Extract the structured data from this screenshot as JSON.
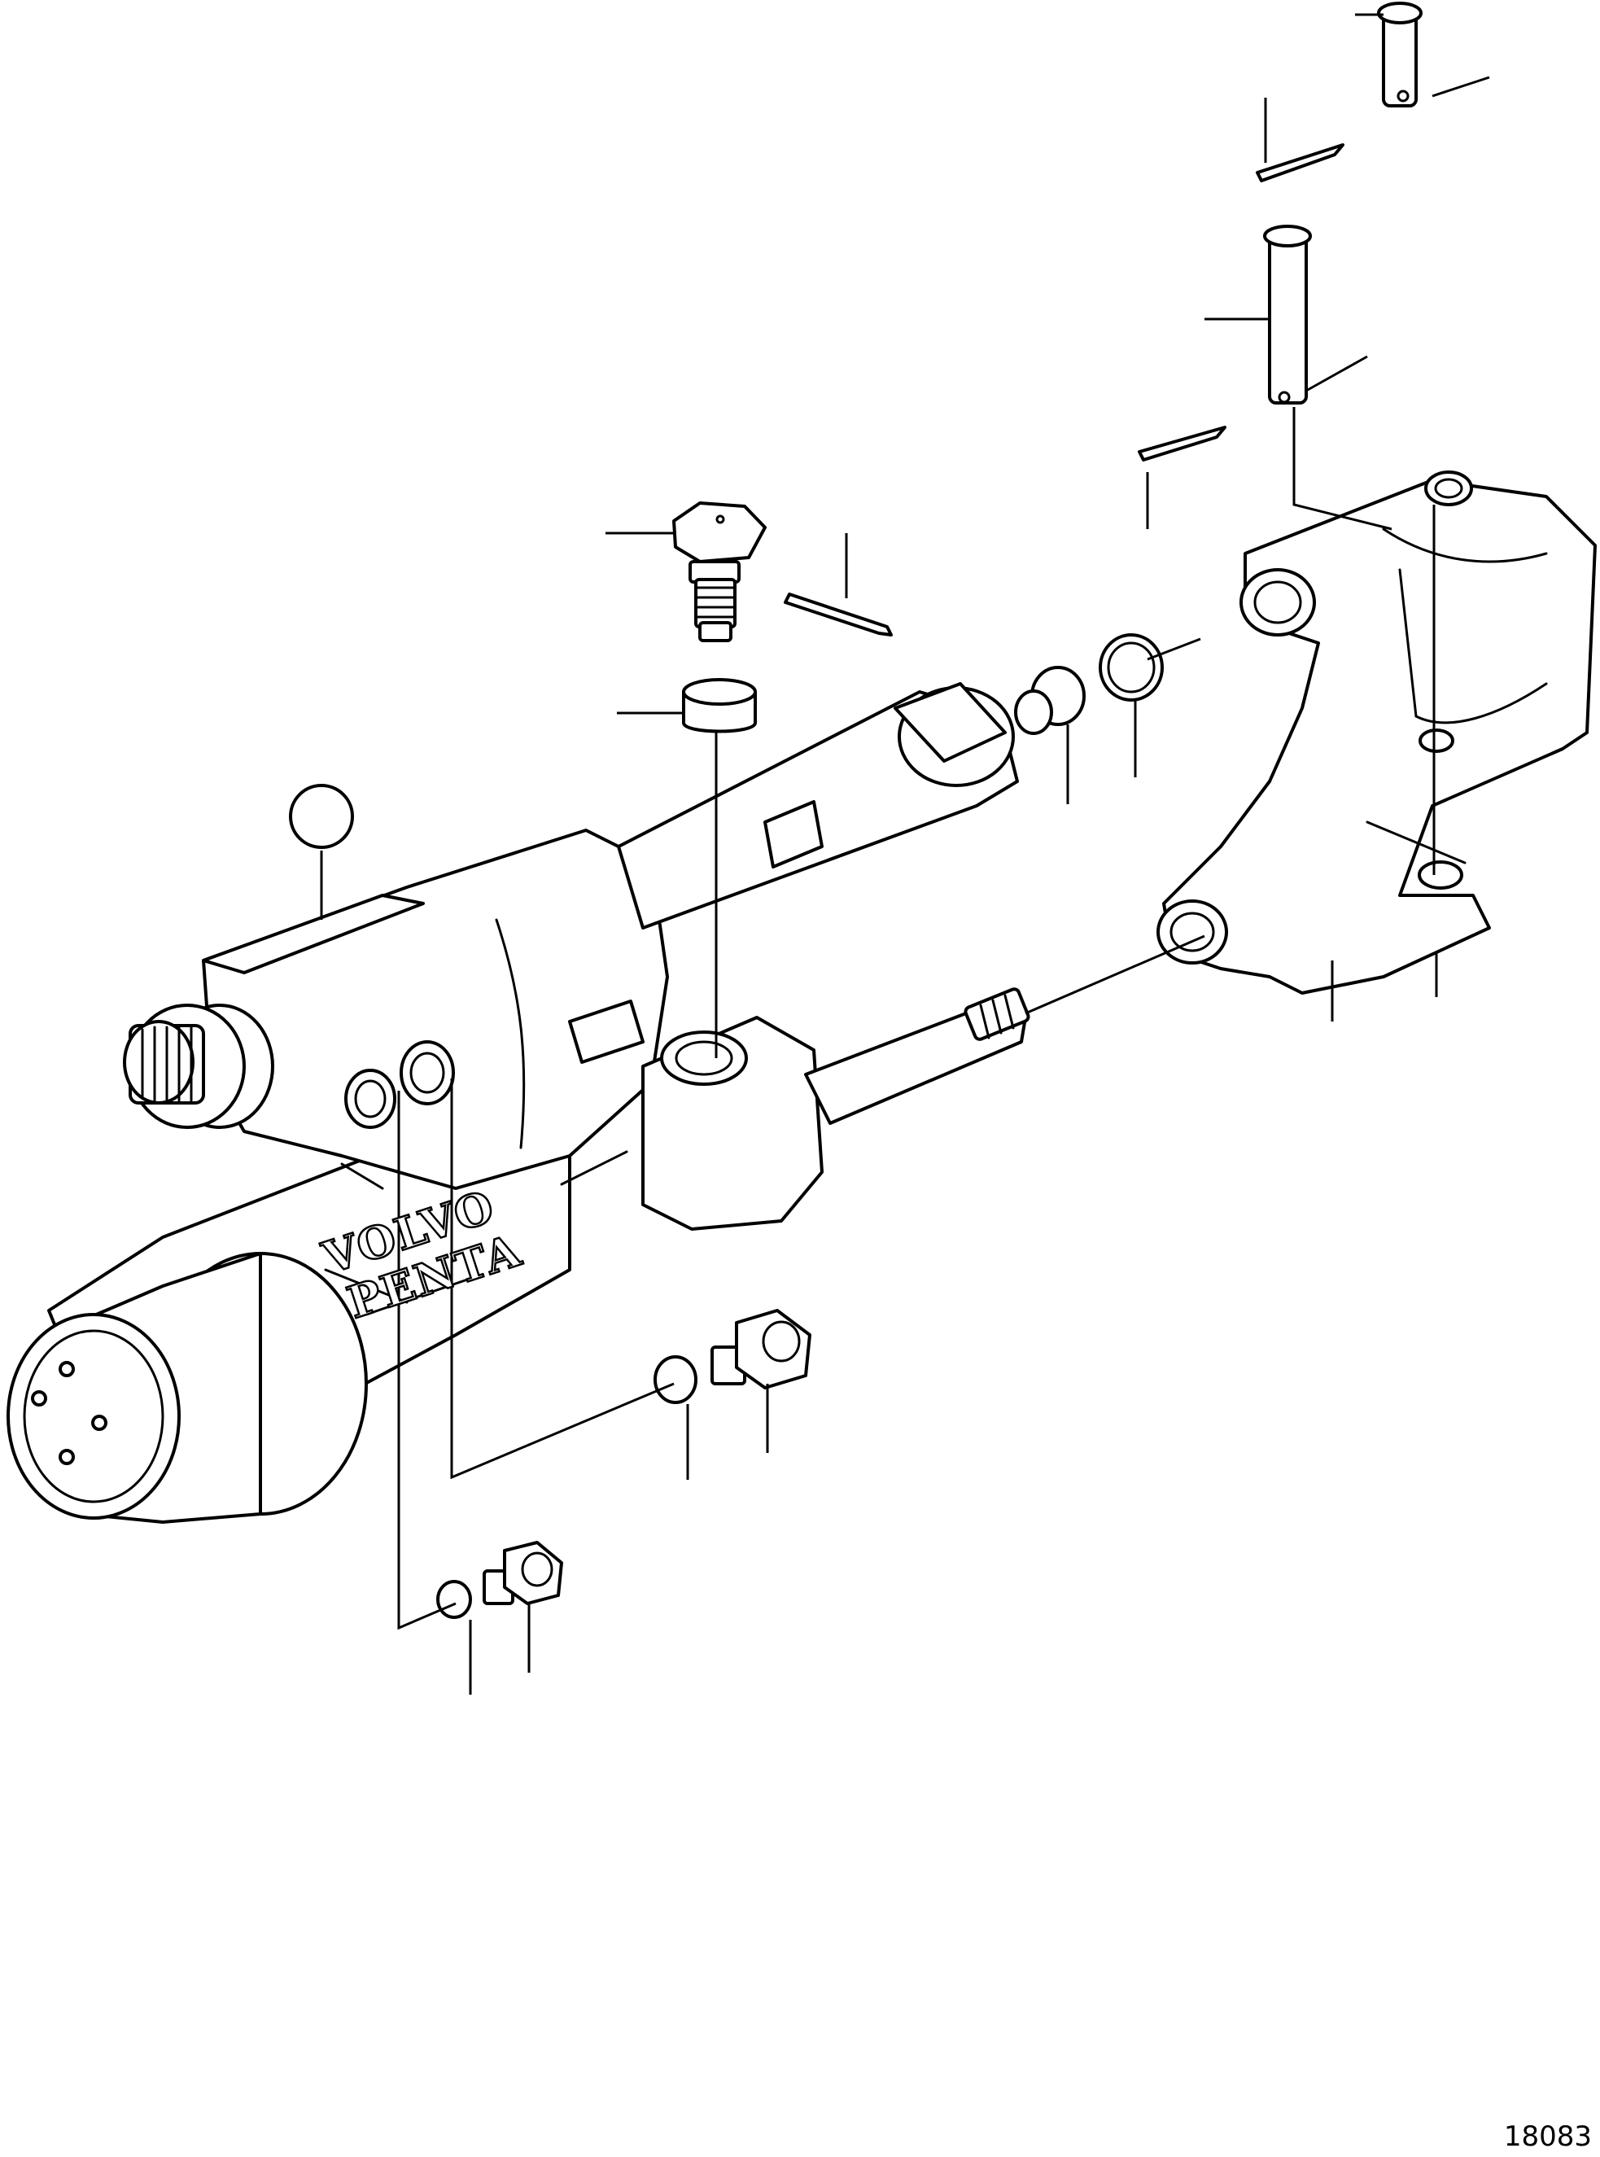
{
  "diagram": {
    "brand_line1": "VOLVO",
    "brand_line2": "PENTA",
    "figure_number": "18083"
  }
}
